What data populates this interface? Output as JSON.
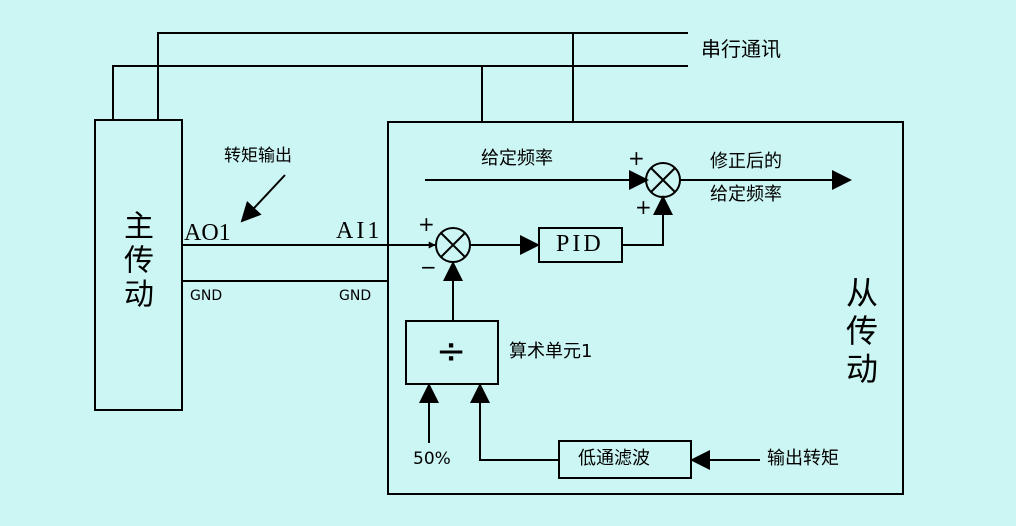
{
  "diagram": {
    "master_drive": "主传动",
    "slave_drive": "从传动",
    "serial_comm": "串行通讯",
    "torque_output": "转矩输出",
    "ao1": "AO1",
    "ai1": "AI1",
    "gnd_left": "GND",
    "gnd_right": "GND",
    "given_freq": "给定频率",
    "corrected_line1": "修正后的",
    "corrected_line2": "给定频率",
    "pid": "PID",
    "arith_unit": "算术单元1",
    "divide_symbol": "÷",
    "fifty_percent": "50%",
    "lowpass_filter": "低通滤波",
    "output_torque": "输出转矩",
    "plus_sum1_top": "+",
    "plus_sum1_bottom": "+",
    "plus_sum2_left": "+",
    "minus_sum2_bottom": "−"
  }
}
